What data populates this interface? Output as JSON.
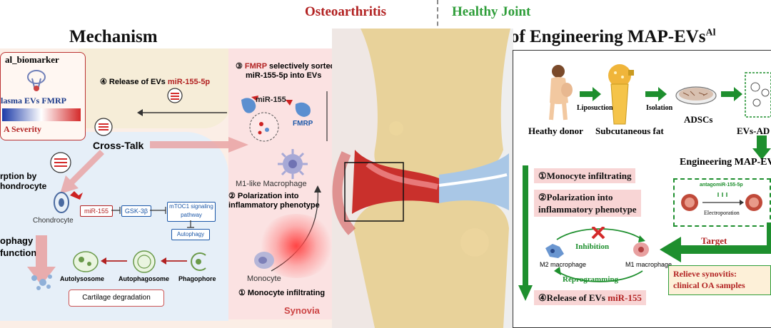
{
  "headers": {
    "osteoarthritis": "Osteoarthritis",
    "healthy_joint": "Healthy Joint"
  },
  "titles": {
    "mechanism": "Mechanism",
    "therapy": "Therapy of Engineering MAP-EVs",
    "therapy_sup": "Al"
  },
  "mechanism": {
    "biomarker_title": "al_biomarker",
    "plasma": "lasma EVs FMRP",
    "severity": "A  Severity",
    "release_step": "④ Release of EVs ",
    "release_mir": "miR-155-5p",
    "fmrp_step_1a": "③ ",
    "fmrp_step_1b": "FMRP",
    "fmrp_step_1c": " selectively sorted",
    "fmrp_step_2": "miR-155-5p into EVs",
    "mir155": "miR-155",
    "fmrp": "FMRP",
    "crosstalk": "Cross-Talk",
    "m1_macrophage": "M1-like Macrophage",
    "polarization_1": "② Polarization into",
    "polarization_2": "inflammatory phenotype",
    "absorption_1": "rption by",
    "absorption_2": "hondrocyte",
    "chondrocyte": "Chondrocyte",
    "node_mir": "miR-155",
    "node_gsk": "GSK-3β",
    "node_mtoc_1": "mTOC1 signaling",
    "node_mtoc_2": "pathway",
    "node_autophagy": "Autophagy",
    "autophagy_1": "ophagy",
    "autophagy_2": "function",
    "autolysosome": "Autolysosome",
    "autophagosome": "Autophagosome",
    "phagophore": "Phagophore",
    "cartilage": "Cartilage degradation",
    "monocyte": "Monocyte",
    "monocyte_step": "① Monocyte infiltrating",
    "synovia": "Synovia"
  },
  "therapy": {
    "liposuction": "Liposuction",
    "isolation": "Isolation",
    "heathy_donor": "Heathy donor",
    "subcutaneous": "Subcutaneous fat",
    "adscs": "ADSCs",
    "evs_ad": "EVs-AD",
    "engineering": "Engineering MAP-EV",
    "step1": "①Monocyte infiltrating",
    "step2a": "②Polarization into",
    "step2b": "inflammatory phenotype",
    "step4a": "④Release of EVs ",
    "step4b": "miR-155",
    "antagomir": "antagomiR-155-5p",
    "electroporation": "Electroporation",
    "target": "Target",
    "inhibition": "Inhibition",
    "reprogramming": "Reprogramming",
    "m2": "M2 macrophage",
    "m1": "M1 macrophage",
    "relieve_1": "Relieve synovitis:",
    "relieve_2": "clinical OA samples"
  },
  "colors": {
    "red": "#b22222",
    "green": "#1e8f2e",
    "pink": "#f8d5d5",
    "blue": "#1b57a8"
  }
}
